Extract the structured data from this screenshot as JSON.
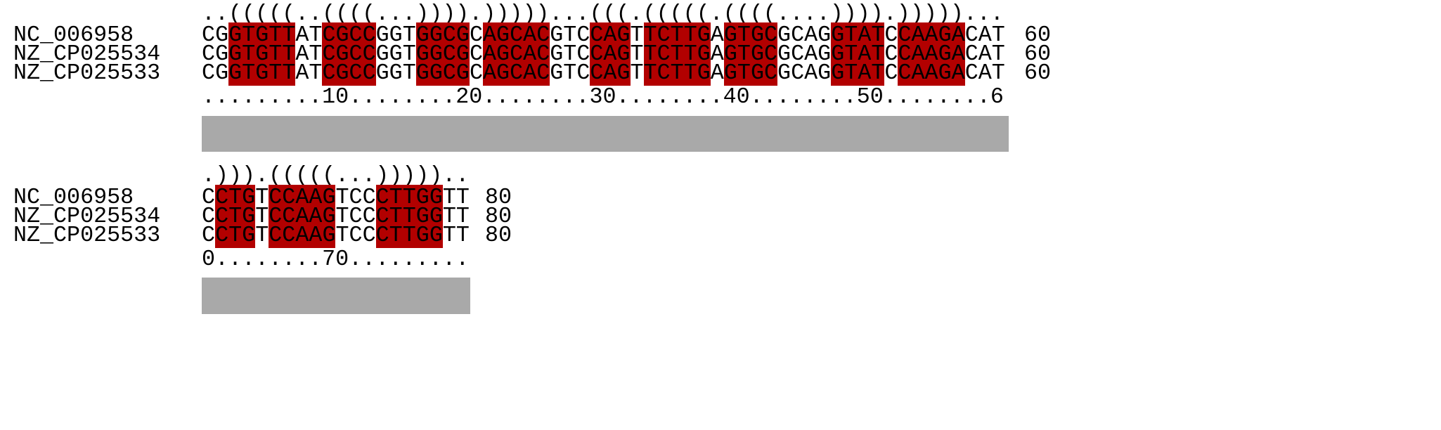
{
  "colors": {
    "paired_highlight": "#b20000",
    "conservation_bar": "#a9a9a9"
  },
  "blocks": [
    {
      "structure": "..(((((..((((...)))).)))))...(((.(((((.((((....)))).)))))...",
      "sequences": [
        {
          "name": "NC_006958",
          "seq": "CGGTGTTATCGCCGGTGGCGCAGCACGTCCAGTTCTTGAGTGCGCAGGTATCCAAGACAT",
          "end": "60"
        },
        {
          "name": "NZ_CP025534",
          "seq": "CGGTGTTATCGCCGGTGGCGCAGCACGTCCAGTTCTTGAGTGCGCAGGTATCCAAGACAT",
          "end": "60"
        },
        {
          "name": "NZ_CP025533",
          "seq": "CGGTGTTATCGCCGGTGGCGCAGCACGTCCAGTTCTTGAGTGCGCAGGTATCCAAGACAT",
          "end": "60"
        }
      ],
      "ruler": ".........10........20........30........40........50........6",
      "conservation": 1.0
    },
    {
      "structure": ".))).(((((...))))).. ",
      "sequences": [
        {
          "name": "NC_006958",
          "seq": "CCTGTCCAAGTCCCTTGGTT",
          "end": "80"
        },
        {
          "name": "NZ_CP025534",
          "seq": "CCTGTCCAAGTCCCTTGGTT",
          "end": "80"
        },
        {
          "name": "NZ_CP025533",
          "seq": "CCTGTCCAAGTCCCTTGGTT",
          "end": "80"
        }
      ],
      "ruler": "0........70.........",
      "conservation": 1.0
    }
  ]
}
